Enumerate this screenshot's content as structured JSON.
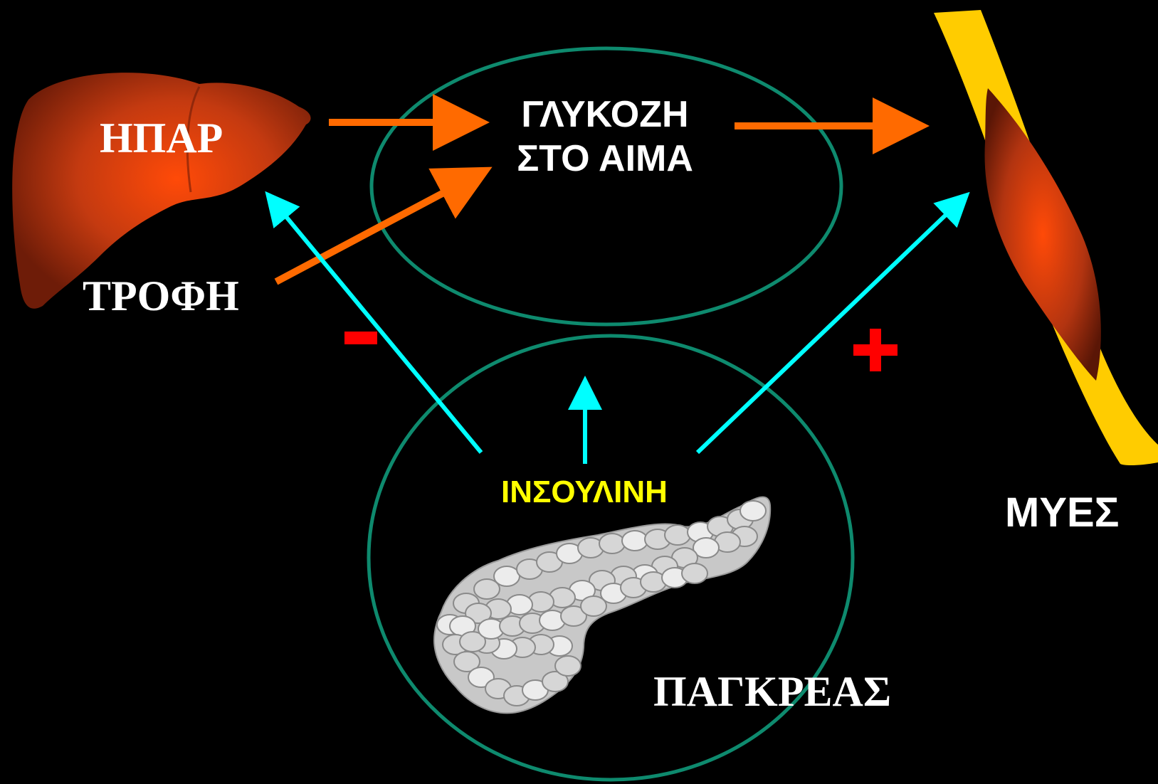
{
  "labels": {
    "liver": "ΗΠΑΡ",
    "food": "ΤΡΟΦΗ",
    "glucose_line1": "ΓΛΥΚΟΖΗ",
    "glucose_line2": "ΣΤΟ ΑΙΜΑ",
    "insulin": "ΙΝΣΟΥΛΙΝΗ",
    "muscles": "ΜΥΕΣ",
    "pancreas": "ΠΑΓΚΡΕΑΣ"
  },
  "signs": {
    "liver_effect": "-",
    "muscle_effect": "+"
  },
  "colors": {
    "background": "#000000",
    "glucose_flow_arrows": "#ff6a00",
    "insulin_arrows": "#00ffff",
    "circles": "#0e8a6e",
    "insulin_text": "#ffff00",
    "sign_color": "#ff0000",
    "liver": "#c2401a",
    "muscle": "#c2401a",
    "tendon": "#ffcc00",
    "pancreas": "#c8c8c8"
  },
  "icons": {
    "liver": "liver-organ-icon",
    "muscle": "muscle-organ-icon",
    "pancreas": "pancreas-organ-icon"
  }
}
